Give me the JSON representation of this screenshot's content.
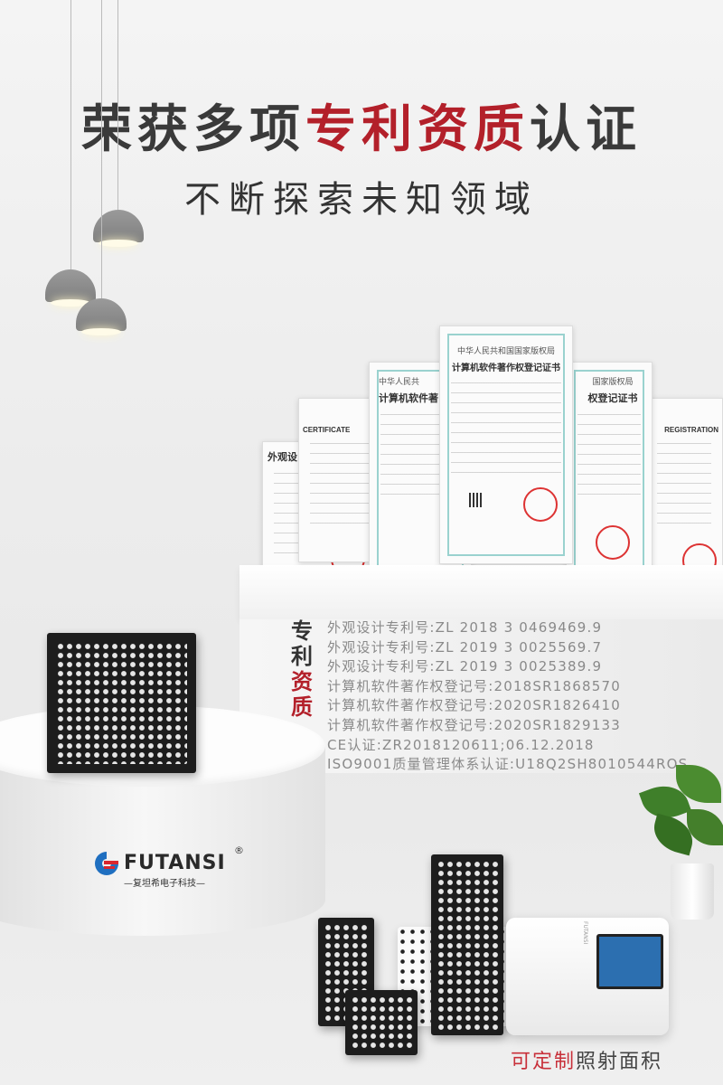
{
  "header": {
    "title_part1": "荣获多项",
    "title_highlight": "专利资质",
    "title_part2": "认证",
    "subtitle": "不断探索未知领域"
  },
  "certificates": {
    "center_header": "中华人民共和国国家版权局",
    "center_title": "计算机软件著作权登记证书",
    "left_title": "计算机软件著",
    "left_header": "中华人民共",
    "right_title": "权登记证书",
    "right_header": "国家版权局",
    "cert_en_left": "CERTIFICATE",
    "cert_en_right": "REGISTRATION",
    "patent_left": "外观设"
  },
  "qualification": {
    "vertical_label": [
      "专",
      "利",
      "资",
      "质"
    ],
    "items": [
      "外观设计专利号:ZL 2018 3 0469469.9",
      "外观设计专利号:ZL 2019 3 0025569.7",
      "外观设计专利号:ZL 2019 3 0025389.9",
      "计算机软件著作权登记号:2018SR1868570",
      "计算机软件著作权登记号:2020SR1826410",
      "计算机软件著作权登记号:2020SR1829133",
      "CE认证:ZR2018120611;06.12.2018",
      "ISO9001质量管理体系认证:U18Q2SH8010544ROS"
    ]
  },
  "brand": {
    "name": "FUTANSI",
    "registered": "®",
    "subtitle": "—复坦希电子科技—",
    "device_label": "FUTANSI"
  },
  "footer": {
    "highlight": "可定制",
    "text": "照射面积"
  },
  "colors": {
    "accent_red": "#b3202a",
    "text_dark": "#3a3a3a",
    "text_gray": "#8a8a8a",
    "logo_blue": "#1f6fc0",
    "logo_red": "#d9262e"
  }
}
